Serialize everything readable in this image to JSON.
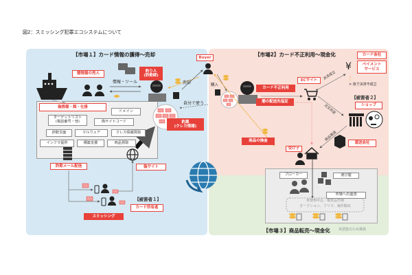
{
  "title": "図2：スミッシング犯罪エコシステムについて",
  "market1": {
    "heading": "【市場１】カード情報の獲得～売却",
    "dark_dealer": "闇情報の売人",
    "info_tools": "情報・ツール",
    "fisher": "釣り人\n(詐欺師)",
    "sell": "売却",
    "buyer": "Buyer",
    "self_use": "自分で使う",
    "catch": "釣果\n(クレカ情報)",
    "bait": "偽情報・餌・仕掛",
    "items": [
      "ドメイン",
      "ターゲットリスト\n(電話番号・他)",
      "偽サイトコード",
      "詐欺文面",
      "マルウェア",
      "クレカ情報買取",
      "インフラ提供",
      "構築支援",
      "商品買取"
    ],
    "phishing_mail": "詐欺メール配信",
    "fake_site": "偽サイト",
    "victim1": "【被害者１】",
    "card_owner": "カード所有者",
    "smishing": "スミッシング"
  },
  "market2": {
    "heading": "【市場2】カード不正利用～現金化",
    "card_company": "カード会社",
    "payment_service": "ペイメント\nサービス",
    "yen": "¥",
    "later_fail": "× 後で決済不成立",
    "ec_site": "ECサイト",
    "payment_ok": "決済成立",
    "purchase": "購入",
    "fraud_use": "カード不正利用",
    "dark_delivery": "闇の配送先指定",
    "order_judge": "注文判定",
    "victim2": "【被害者２】",
    "shop": "ショップ",
    "ship_goods": "商品発送",
    "carrier": "運送会社",
    "cash_out": "商品の換金",
    "receiver": "受け子"
  },
  "market3": {
    "heading": "【市場３】商品転売～現金化",
    "broker": "ブローカー",
    "courier": "運び屋",
    "return_to_market": "市場への還流",
    "markets": "未使用中古／格安品市場\nオークション、フリマ、海外輸出",
    "note": "未調査のため推測"
  },
  "colors": {
    "red": "#e8413a",
    "blue_panel": "#d6e8f3",
    "pink_panel": "#f9e0d8",
    "green_panel": "#e3eedb"
  }
}
